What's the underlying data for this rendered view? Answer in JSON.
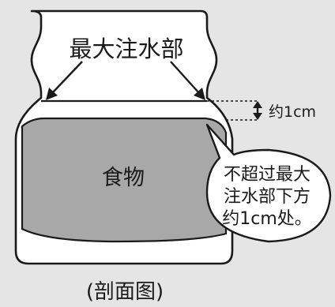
{
  "colors": {
    "background": "#e5e5e5",
    "jar_fill": "#ffffff",
    "food_fill": "#a8a8a8",
    "outline": "#1a1a1a"
  },
  "labels": {
    "max_water": "最大注水部",
    "offset": "约1cm",
    "food": "食物",
    "note_line1": "不超过最大",
    "note_line2": "注水部下方",
    "note_line3": "约1cm处。",
    "caption": "(剖面图)"
  }
}
